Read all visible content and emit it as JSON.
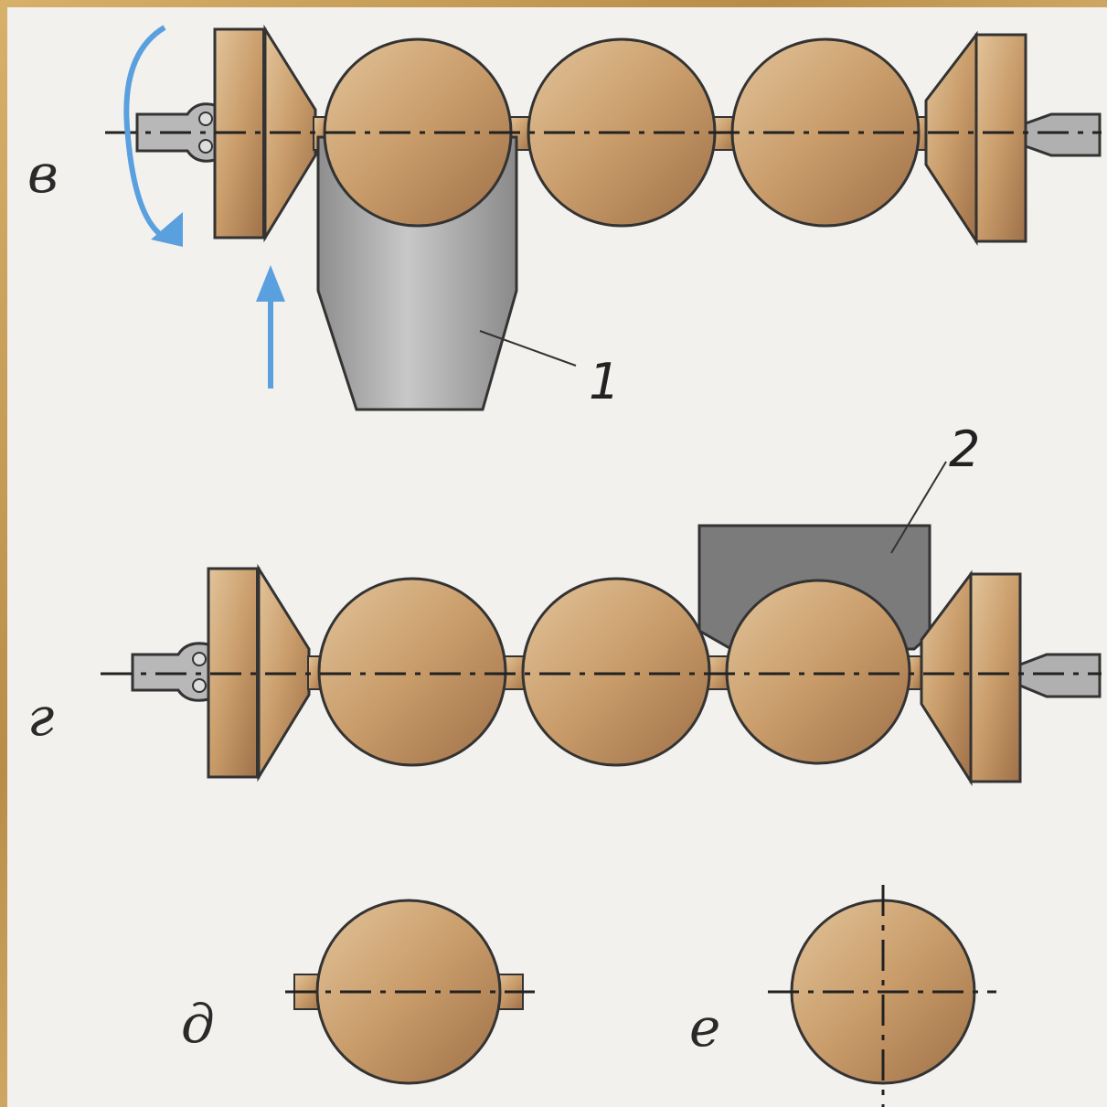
{
  "labels": {
    "v": "в",
    "g": "г",
    "d": "д",
    "e": "е",
    "n1": "1",
    "n2": "2"
  },
  "colors": {
    "wood_light": "#d8b486",
    "wood_dark": "#a77a4d",
    "template_1": "#a9a9a9",
    "template_2": "#7b7b7b",
    "arrow": "#5aa0de",
    "outline": "#333333"
  }
}
